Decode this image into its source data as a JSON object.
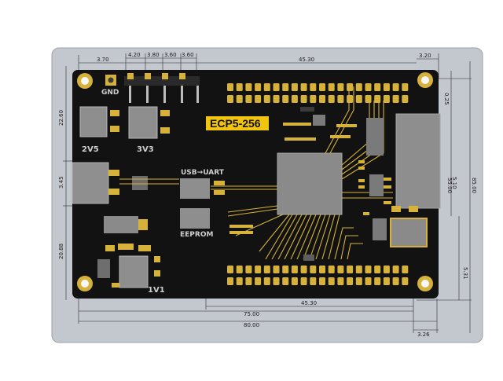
{
  "board": {
    "title_label": "ECP5-256",
    "colors": {
      "frame": "#c3c8cf",
      "pcb": "#121212",
      "pad_gold": "#d6b23a",
      "chip": "#8e8e8e",
      "label_bg": "#f1c40f",
      "silk": "#cfcfcf"
    },
    "silkscreen": {
      "gnd": "GND",
      "v25": "2V5",
      "v33": "3V3",
      "v1": "1V1",
      "usb_uart": "USB→UART",
      "eeprom": "EEPROM"
    },
    "dimensions": {
      "top": [
        "3.70",
        "4.20",
        "3.80",
        "3.60",
        "3.60",
        "45.30",
        "3.20"
      ],
      "left": [
        "22.60",
        "3.45",
        "20.88"
      ],
      "right": [
        "0.25",
        "5.10",
        "55.00",
        "85.00",
        "5.31"
      ],
      "bottom": [
        "45.30",
        "75.00",
        "80.00",
        "3.26"
      ]
    }
  }
}
